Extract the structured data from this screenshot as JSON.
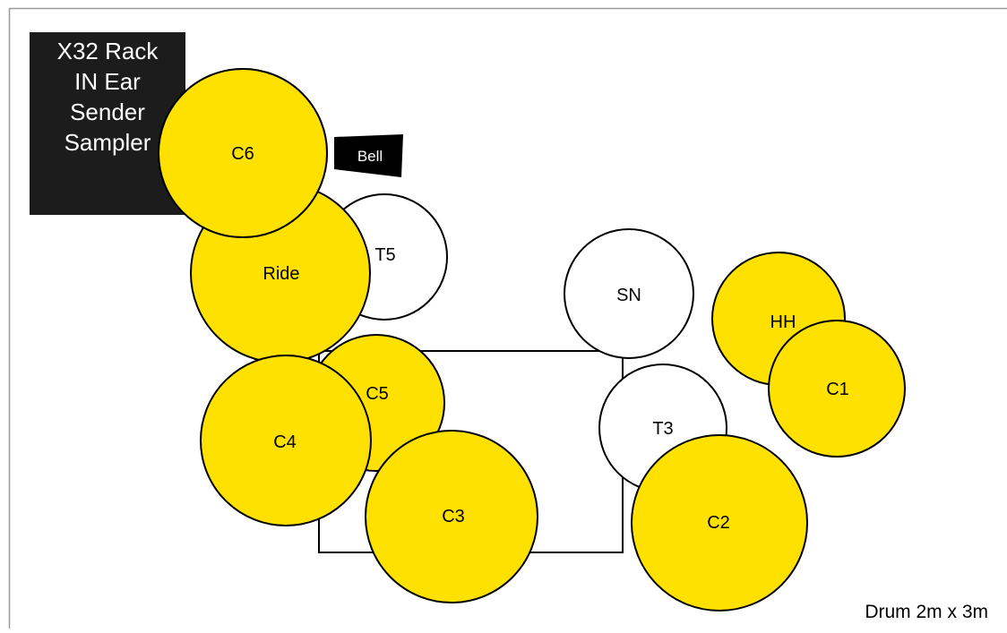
{
  "diagram": {
    "caption": "Drum 2m x 3m",
    "rack_lines": [
      "X32 Rack",
      "IN Ear",
      "Sender",
      "Sampler"
    ],
    "bell_label": "Bell",
    "colors": {
      "cymbal": "#ffe100",
      "drum": "#ffffff",
      "outline": "#000000",
      "rack": "#1c1c1c",
      "text": "#000000"
    },
    "cymbals": [
      "C1",
      "C2",
      "C3",
      "C4",
      "C5",
      "C6",
      "HH",
      "Ride"
    ],
    "drums": [
      "SN",
      "T3",
      "T5"
    ]
  }
}
